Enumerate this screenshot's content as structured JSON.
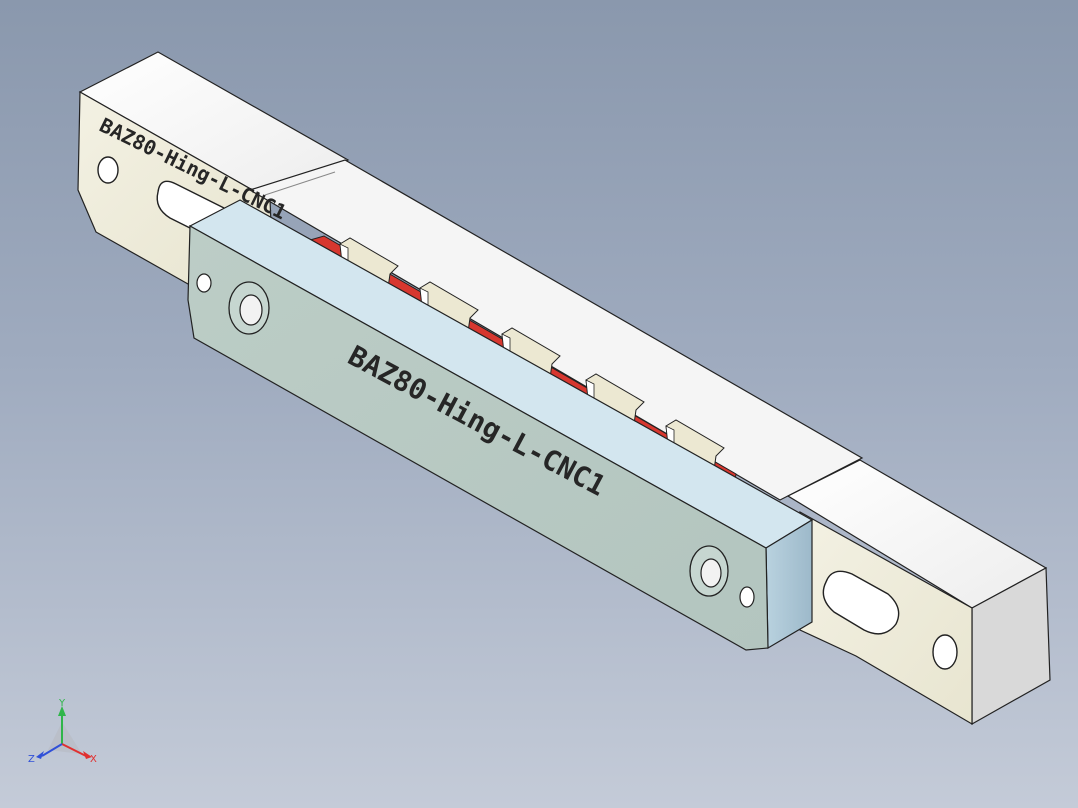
{
  "part": {
    "back_engraving": "BAZ80-Hing-L-CNC1",
    "front_engraving": "BAZ80-Hing-L-CNC1"
  },
  "triad": {
    "x_label": "X",
    "y_label": "Y",
    "z_label": "Z"
  },
  "colors": {
    "background_top": "#8a98ad",
    "background_bottom": "#c4cbd8",
    "body_face": "#efeddc",
    "body_top": "#f7f7f7",
    "body_side": "#d9d9d9",
    "plate_face": "#b9cbc4",
    "plate_top": "#d3e6ef",
    "plate_side": "#a9c3d3",
    "insert_red": "#d7372f",
    "axis_x": "#e03030",
    "axis_y": "#2fb54a",
    "axis_z": "#3050d8"
  }
}
